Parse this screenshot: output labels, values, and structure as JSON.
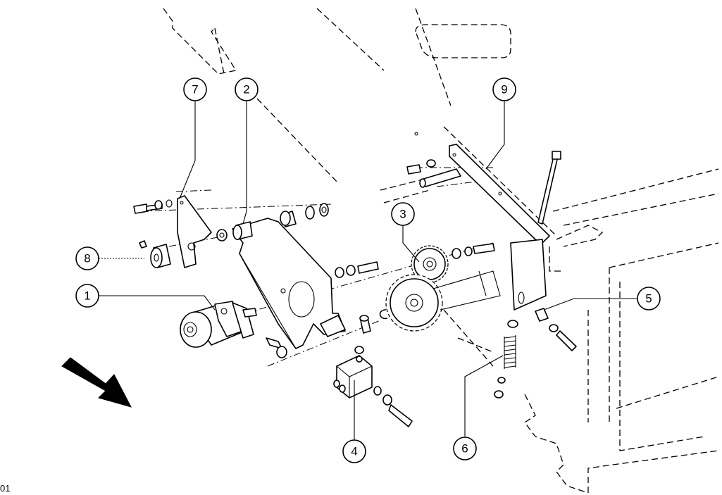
{
  "callouts": [
    {
      "id": "1",
      "label": "1"
    },
    {
      "id": "2",
      "label": "2"
    },
    {
      "id": "3",
      "label": "3"
    },
    {
      "id": "4",
      "label": "4"
    },
    {
      "id": "5",
      "label": "5"
    },
    {
      "id": "6",
      "label": "6"
    },
    {
      "id": "7",
      "label": "7"
    },
    {
      "id": "8",
      "label": "8"
    },
    {
      "id": "9",
      "label": "9"
    }
  ],
  "figure_code": "01"
}
